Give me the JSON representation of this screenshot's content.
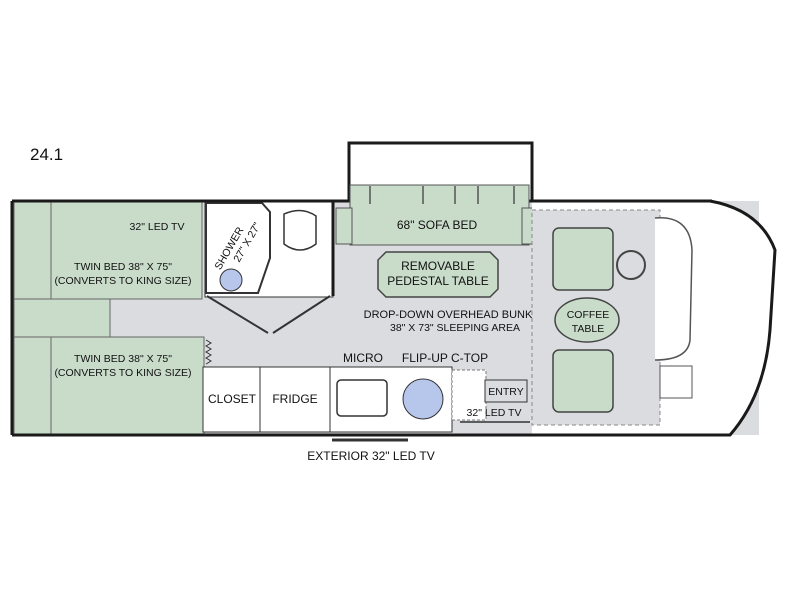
{
  "model": "24.1",
  "labels": {
    "tv_bedroom": "32\" LED TV",
    "twin_bed_top": "TWIN BED 38\" X 75\"",
    "twin_bed_top_note": "(CONVERTS TO KING SIZE)",
    "twin_bed_bottom": "TWIN BED 38\" X 75\"",
    "twin_bed_bottom_note": "(CONVERTS TO KING SIZE)",
    "shower": "SHOWER",
    "shower_size": "27\" X 27\"",
    "sofa_bed": "68\" SOFA BED",
    "table_line1": "REMOVABLE",
    "table_line2": "PEDESTAL TABLE",
    "bunk_line1": "DROP-DOWN OVERHEAD BUNK",
    "bunk_line2": "38\" X 73\" SLEEPING AREA",
    "coffee_line1": "COFFEE",
    "coffee_line2": "TABLE",
    "closet": "CLOSET",
    "fridge": "FRIDGE",
    "micro": "MICRO",
    "flip_up": "FLIP-UP C-TOP",
    "entry": "ENTRY",
    "tv_entry": "32\" LED TV",
    "exterior_tv": "EXTERIOR 32\" LED TV"
  },
  "colors": {
    "floor": "#dadcdf",
    "furniture": "#c9dcca",
    "wall": "#1a1a1a",
    "sink": "#b7c7ec"
  }
}
